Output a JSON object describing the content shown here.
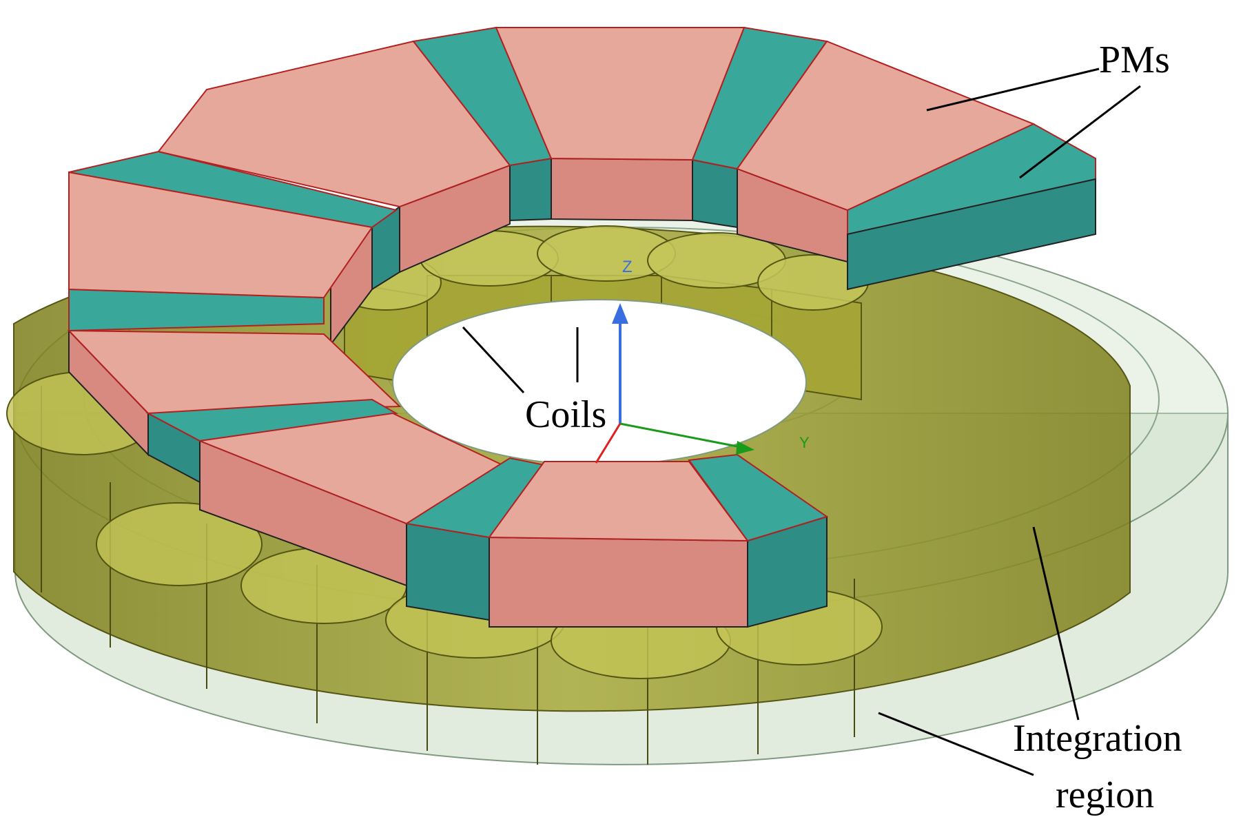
{
  "labels": {
    "pms": "PMs",
    "coils": "Coils",
    "integration_line1": "Integration",
    "integration_line2": "region"
  },
  "axes": {
    "z": "Z",
    "y": "Y"
  },
  "colors": {
    "pm_top": "#e6a89a",
    "pm_side": "#d98a80",
    "spacer_top": "#3aa79b",
    "spacer_side": "#2e8e86",
    "coil": "#9a9a2c",
    "coil_light": "#b7b84a",
    "region": "#bcd6b6",
    "axis_x": "#e02020",
    "axis_y": "#1a9a1a",
    "axis_z": "#3a6ee0"
  }
}
